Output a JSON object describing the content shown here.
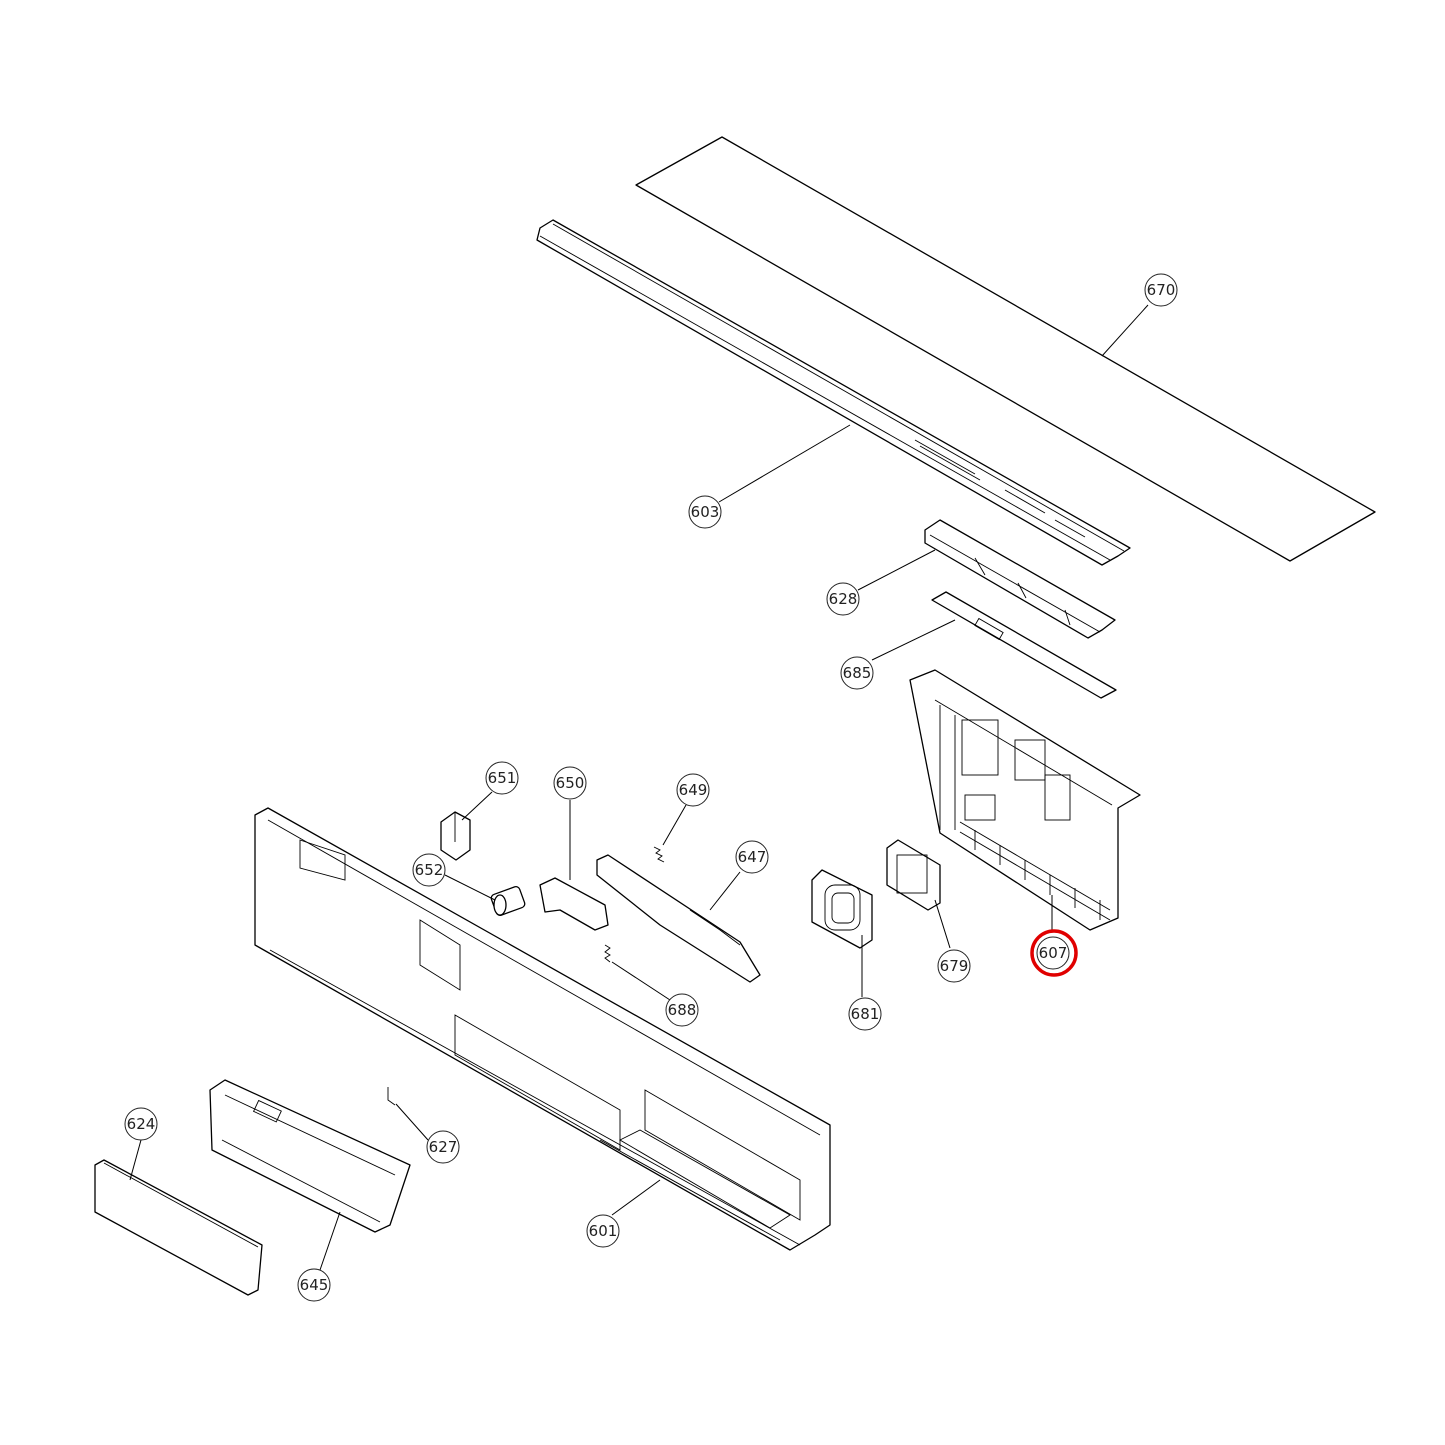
{
  "callouts": [
    {
      "id": "670",
      "label": "670"
    },
    {
      "id": "603",
      "label": "603"
    },
    {
      "id": "628",
      "label": "628"
    },
    {
      "id": "685",
      "label": "685"
    },
    {
      "id": "651",
      "label": "651"
    },
    {
      "id": "650",
      "label": "650"
    },
    {
      "id": "649",
      "label": "649"
    },
    {
      "id": "647",
      "label": "647"
    },
    {
      "id": "652",
      "label": "652"
    },
    {
      "id": "681",
      "label": "681"
    },
    {
      "id": "679",
      "label": "679"
    },
    {
      "id": "607",
      "label": "607"
    },
    {
      "id": "688",
      "label": "688"
    },
    {
      "id": "624",
      "label": "624"
    },
    {
      "id": "627",
      "label": "627"
    },
    {
      "id": "601",
      "label": "601"
    },
    {
      "id": "645",
      "label": "645"
    }
  ],
  "highlighted_part": "607",
  "colors": {
    "highlight": "#e00000",
    "line": "#000000",
    "background": "#ffffff"
  }
}
